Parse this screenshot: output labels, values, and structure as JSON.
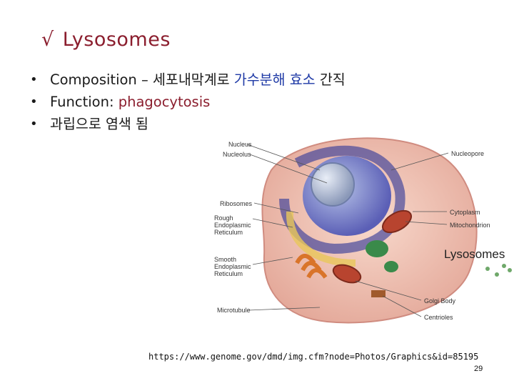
{
  "slide": {
    "title_mark": "√",
    "title": "Lysosomes",
    "bullets": [
      {
        "prefix": "Composition – ",
        "korean": "세포내막계로 ",
        "highlight": "가수분해 효소",
        "suffix": " 간직"
      },
      {
        "prefix": "Function: ",
        "highlight": "phagocytosis"
      },
      {
        "text": "과립으로 염색 됨"
      }
    ],
    "source": "https://www.genome.gov/dmd/img.cfm?node=Photos/Graphics&id=85195",
    "page_number": "29"
  },
  "figure": {
    "labels_left": [
      "Nucleus",
      "Nucleolus",
      "Ribosomes",
      "Rough Endoplasmic Reticulum",
      "Smooth Endoplasmic Reticulum",
      "Microtubule"
    ],
    "labels_right": [
      "Nucleopore",
      "Cytoplasm",
      "Mitochondrion",
      "Golgi Body",
      "Centrioles"
    ],
    "lysosome_label": "Lysosomes"
  },
  "colors": {
    "title": "#8b1e2e",
    "highlight": "#1f3aa6",
    "cytoplasm": "#f3c8b8",
    "nucleus": "#5b5fb6"
  }
}
